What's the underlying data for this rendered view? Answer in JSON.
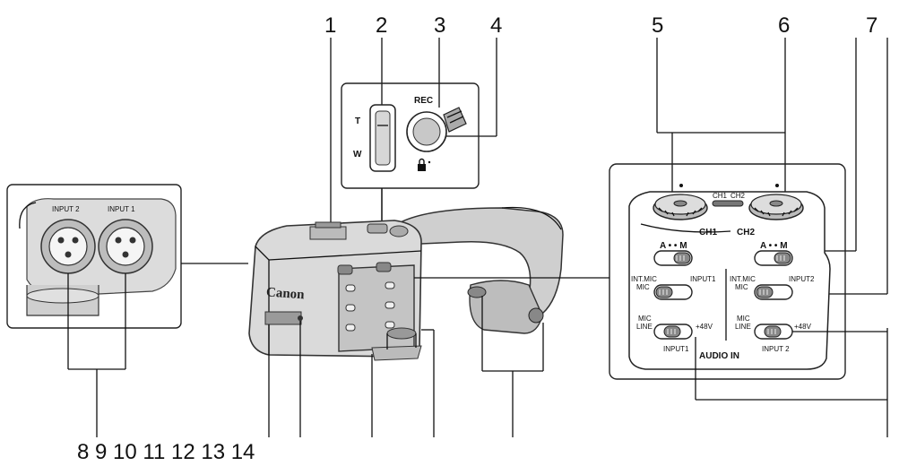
{
  "callouts": {
    "n1": "1",
    "n2": "2",
    "n3": "3",
    "n4": "4",
    "n5": "5",
    "n6": "6",
    "n7": "7",
    "bottom_row": "8 9 10 11 12 13 14"
  },
  "zoom_inset": {
    "label_t": "T",
    "label_w": "W",
    "label_rec": "REC"
  },
  "left_inset": {
    "input2": "INPUT 2",
    "input1": "INPUT 1"
  },
  "camera": {
    "brand": "Canon"
  },
  "audio_panel": {
    "ch1": "CH1",
    "ch2": "CH2",
    "am_left": "A • • M",
    "am_right": "A • • M",
    "intmic_left": "INT.MIC",
    "mic_left": "MIC",
    "input1_sel": "INPUT1",
    "intmic_right": "INT.MIC",
    "mic_right": "MIC",
    "input2_sel": "INPUT2",
    "mic_l_left": "MIC",
    "line_left": "LINE",
    "p48_left": "+48V",
    "mic_l_right": "MIC",
    "line_right": "LINE",
    "p48_right": "+48V",
    "input1_bottom": "INPUT1",
    "input2_bottom": "INPUT 2",
    "audio_in": "AUDIO IN"
  }
}
